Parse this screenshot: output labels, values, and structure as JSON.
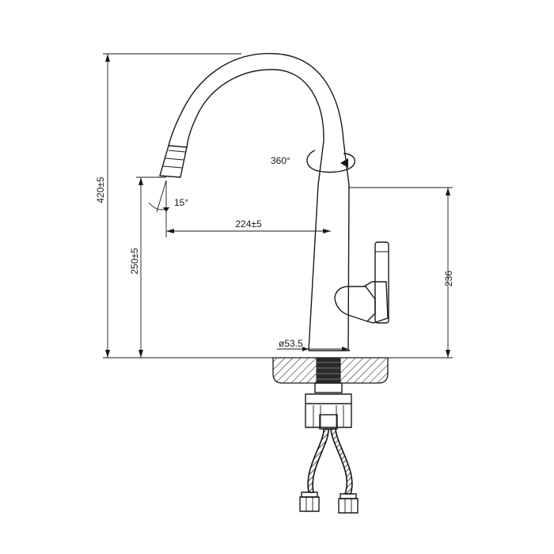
{
  "dimensions": {
    "total_height": "420±5",
    "spout_height": "250±5",
    "body_height": "236",
    "reach": "224±5",
    "swivel": "360°",
    "tilt_angle": "15°",
    "base_diameter": "ø53.5"
  },
  "colors": {
    "ink": "#1a1a1a",
    "hatch": "#3a3a3a",
    "background": "#ffffff"
  }
}
